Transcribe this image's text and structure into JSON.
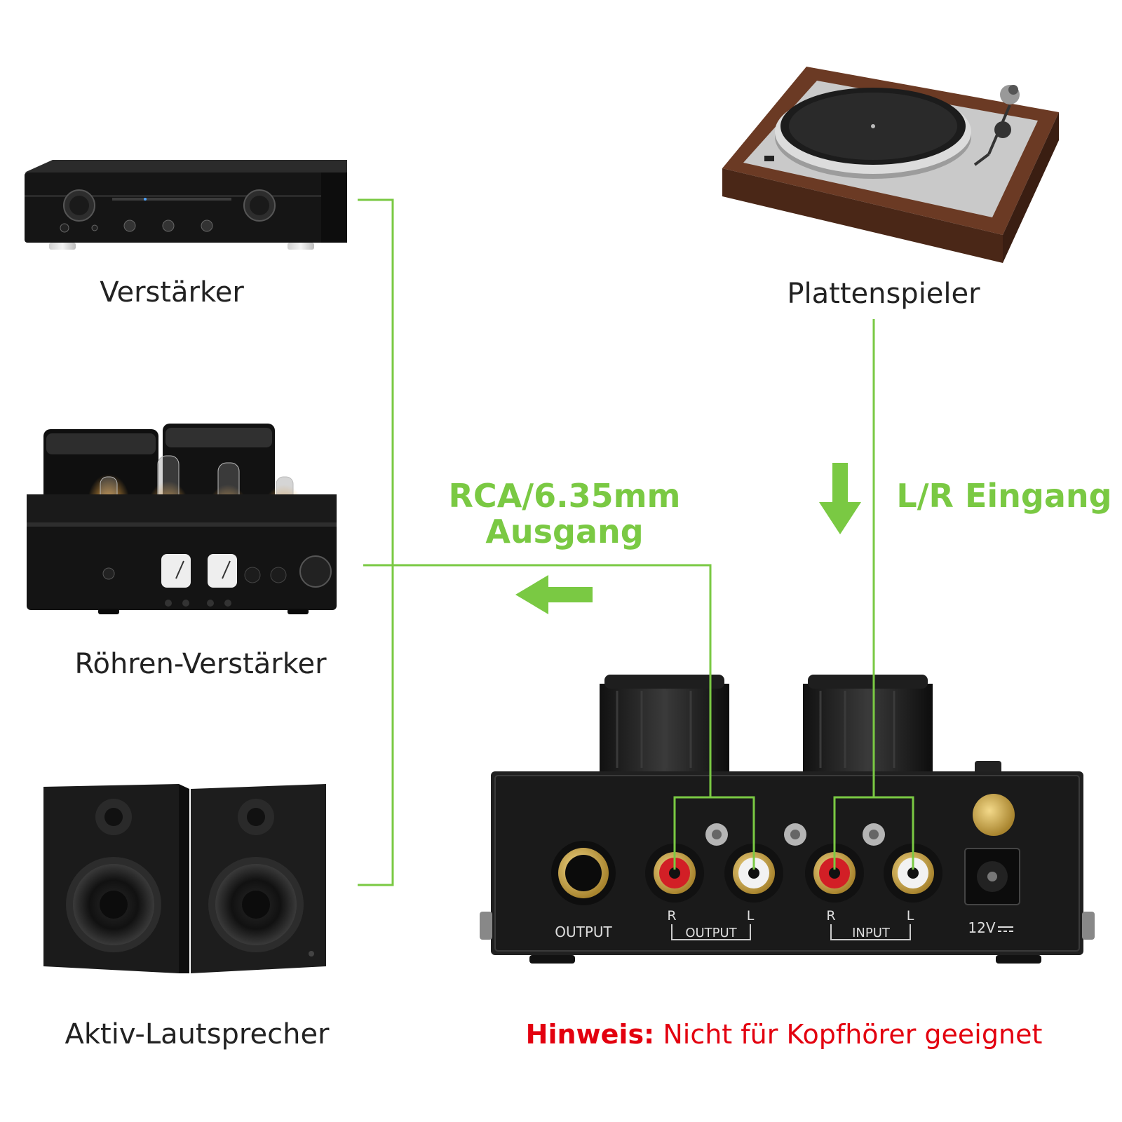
{
  "devices": {
    "amplifier": {
      "label": "Verstärker"
    },
    "turntable": {
      "label": "Plattenspieler"
    },
    "tube_amplifier": {
      "label": "Röhren-Verstärker"
    },
    "speakers": {
      "label": "Aktiv-Lautsprecher"
    }
  },
  "connections": {
    "output_label_line1": "RCA/6.35mm",
    "output_label_line2": "Ausgang",
    "input_label": "L/R Eingang"
  },
  "preamp_panel": {
    "jack_label": "OUTPUT",
    "rca_output_group": "OUTPUT",
    "rca_input_group": "INPUT",
    "right_channel": "R",
    "left_channel": "L",
    "power_label": "12V"
  },
  "note": {
    "prefix": "Hinweis:",
    "text": " Nicht für Kopfhörer geeignet"
  },
  "colors": {
    "accent_green": "#7ac943",
    "note_red": "#e3000f",
    "text_dark": "#222222",
    "panel_dark": "#1c1c1c"
  }
}
